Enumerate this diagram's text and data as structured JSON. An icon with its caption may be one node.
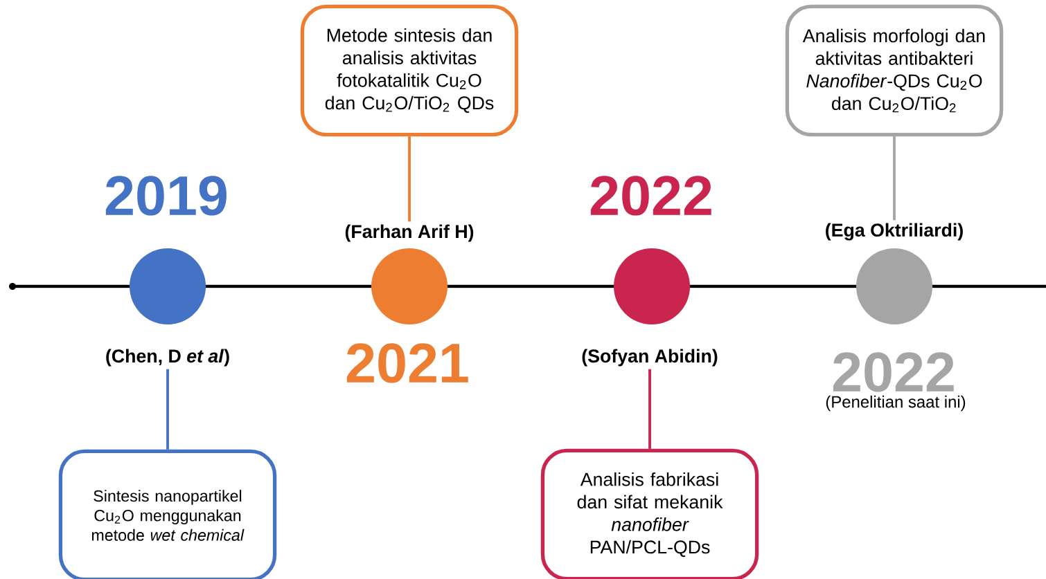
{
  "diagram": {
    "nodes": [
      {
        "text": [],
        "shape": "circle",
        "beside": [
          "2019"
        ]
      },
      {
        "text": [],
        "shape": "circle",
        "beside": [
          "2021"
        ]
      },
      {
        "text": [],
        "shape": "circle",
        "beside": [
          "2022"
        ]
      },
      {
        "text": [],
        "shape": "circle",
        "beside": [
          "2022",
          "(Penelitian saat ini)"
        ]
      },
      {
        "text": [
          "(Chen, D *et al*)"
        ]
      },
      {
        "text": [
          "Sintesis nanopartikel Cu$_{2}$O menggunakan metode *wet chemical*"
        ]
      },
      {
        "text": [
          "(Farhan Arif H)"
        ]
      },
      {
        "text": [
          "Metode sintesis dan analisis aktivitas fotokatalitik Cu$_{2}$O dan Cu$_{2}$O/TiO$_{2}$ QDs"
        ]
      },
      {
        "text": [
          "(Sofyan Abidin)"
        ]
      },
      {
        "text": [
          "Analisis fabrikasi dan sifat mekanik *nanofiber* PAN/PCL-QDs"
        ]
      },
      {
        "text": [
          "(Ega Oktriliardi)"
        ]
      },
      {
        "text": [
          "Analisis morfologi dan aktivitas antibakteri *Nanofiber*-QDs Cu$_{2}$O dan Cu$_{2}$O/TiO$_{2}$"
        ]
      }
    ],
    "edges": [
      {
        "from": 4,
        "to": 5,
        "arrow": "none",
        "color": "#4472c4"
      },
      {
        "from": 6,
        "to": 7,
        "arrow": "none",
        "color": "#ed7d31"
      },
      {
        "from": 8,
        "to": 9,
        "arrow": "none",
        "color": "#c9254e"
      },
      {
        "from": 10,
        "to": 11,
        "arrow": "none",
        "color": "#a5a5a5"
      }
    ]
  }
}
